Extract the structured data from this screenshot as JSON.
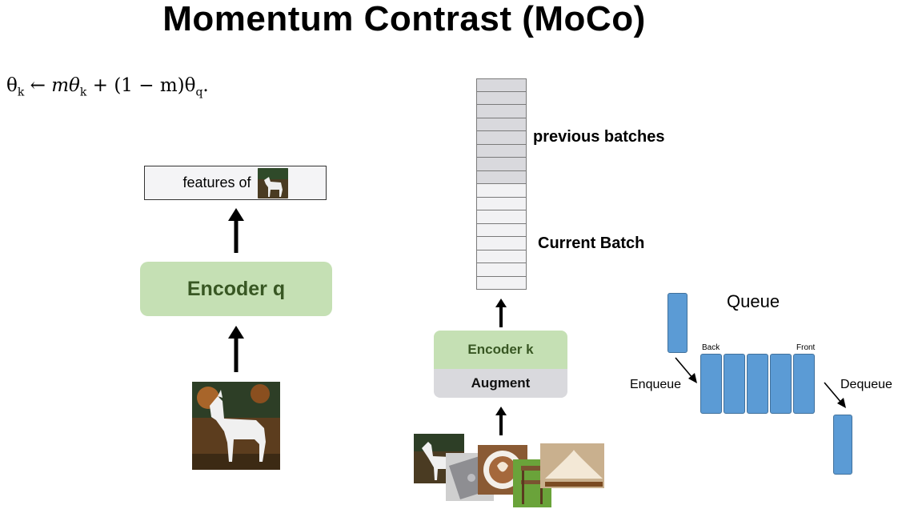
{
  "title": "Momentum Contrast (MoCo)",
  "formula": {
    "lhs": "θ",
    "lhs_sub": "k",
    "arrow": "←",
    "term1": "mθ",
    "term1_sub": "k",
    "plus": "+",
    "term2": "(1 − m)θ",
    "term2_sub": "q",
    "end": "."
  },
  "query_branch": {
    "features_label": "features of",
    "encoder_label": "Encoder q"
  },
  "key_branch": {
    "previous_label": "previous batches",
    "current_label": "Current Batch",
    "encoder_label": "Encoder k",
    "augment_label": "Augment"
  },
  "queue_diagram": {
    "title": "Queue",
    "back_label": "Back",
    "front_label": "Front",
    "enqueue_label": "Enqueue",
    "dequeue_label": "Dequeue"
  },
  "colors": {
    "encoder_fill": "#c5e0b4",
    "encoder_text": "#385723",
    "queue_bar": "#5b9bd5",
    "augment_fill": "#d9d9dd"
  }
}
